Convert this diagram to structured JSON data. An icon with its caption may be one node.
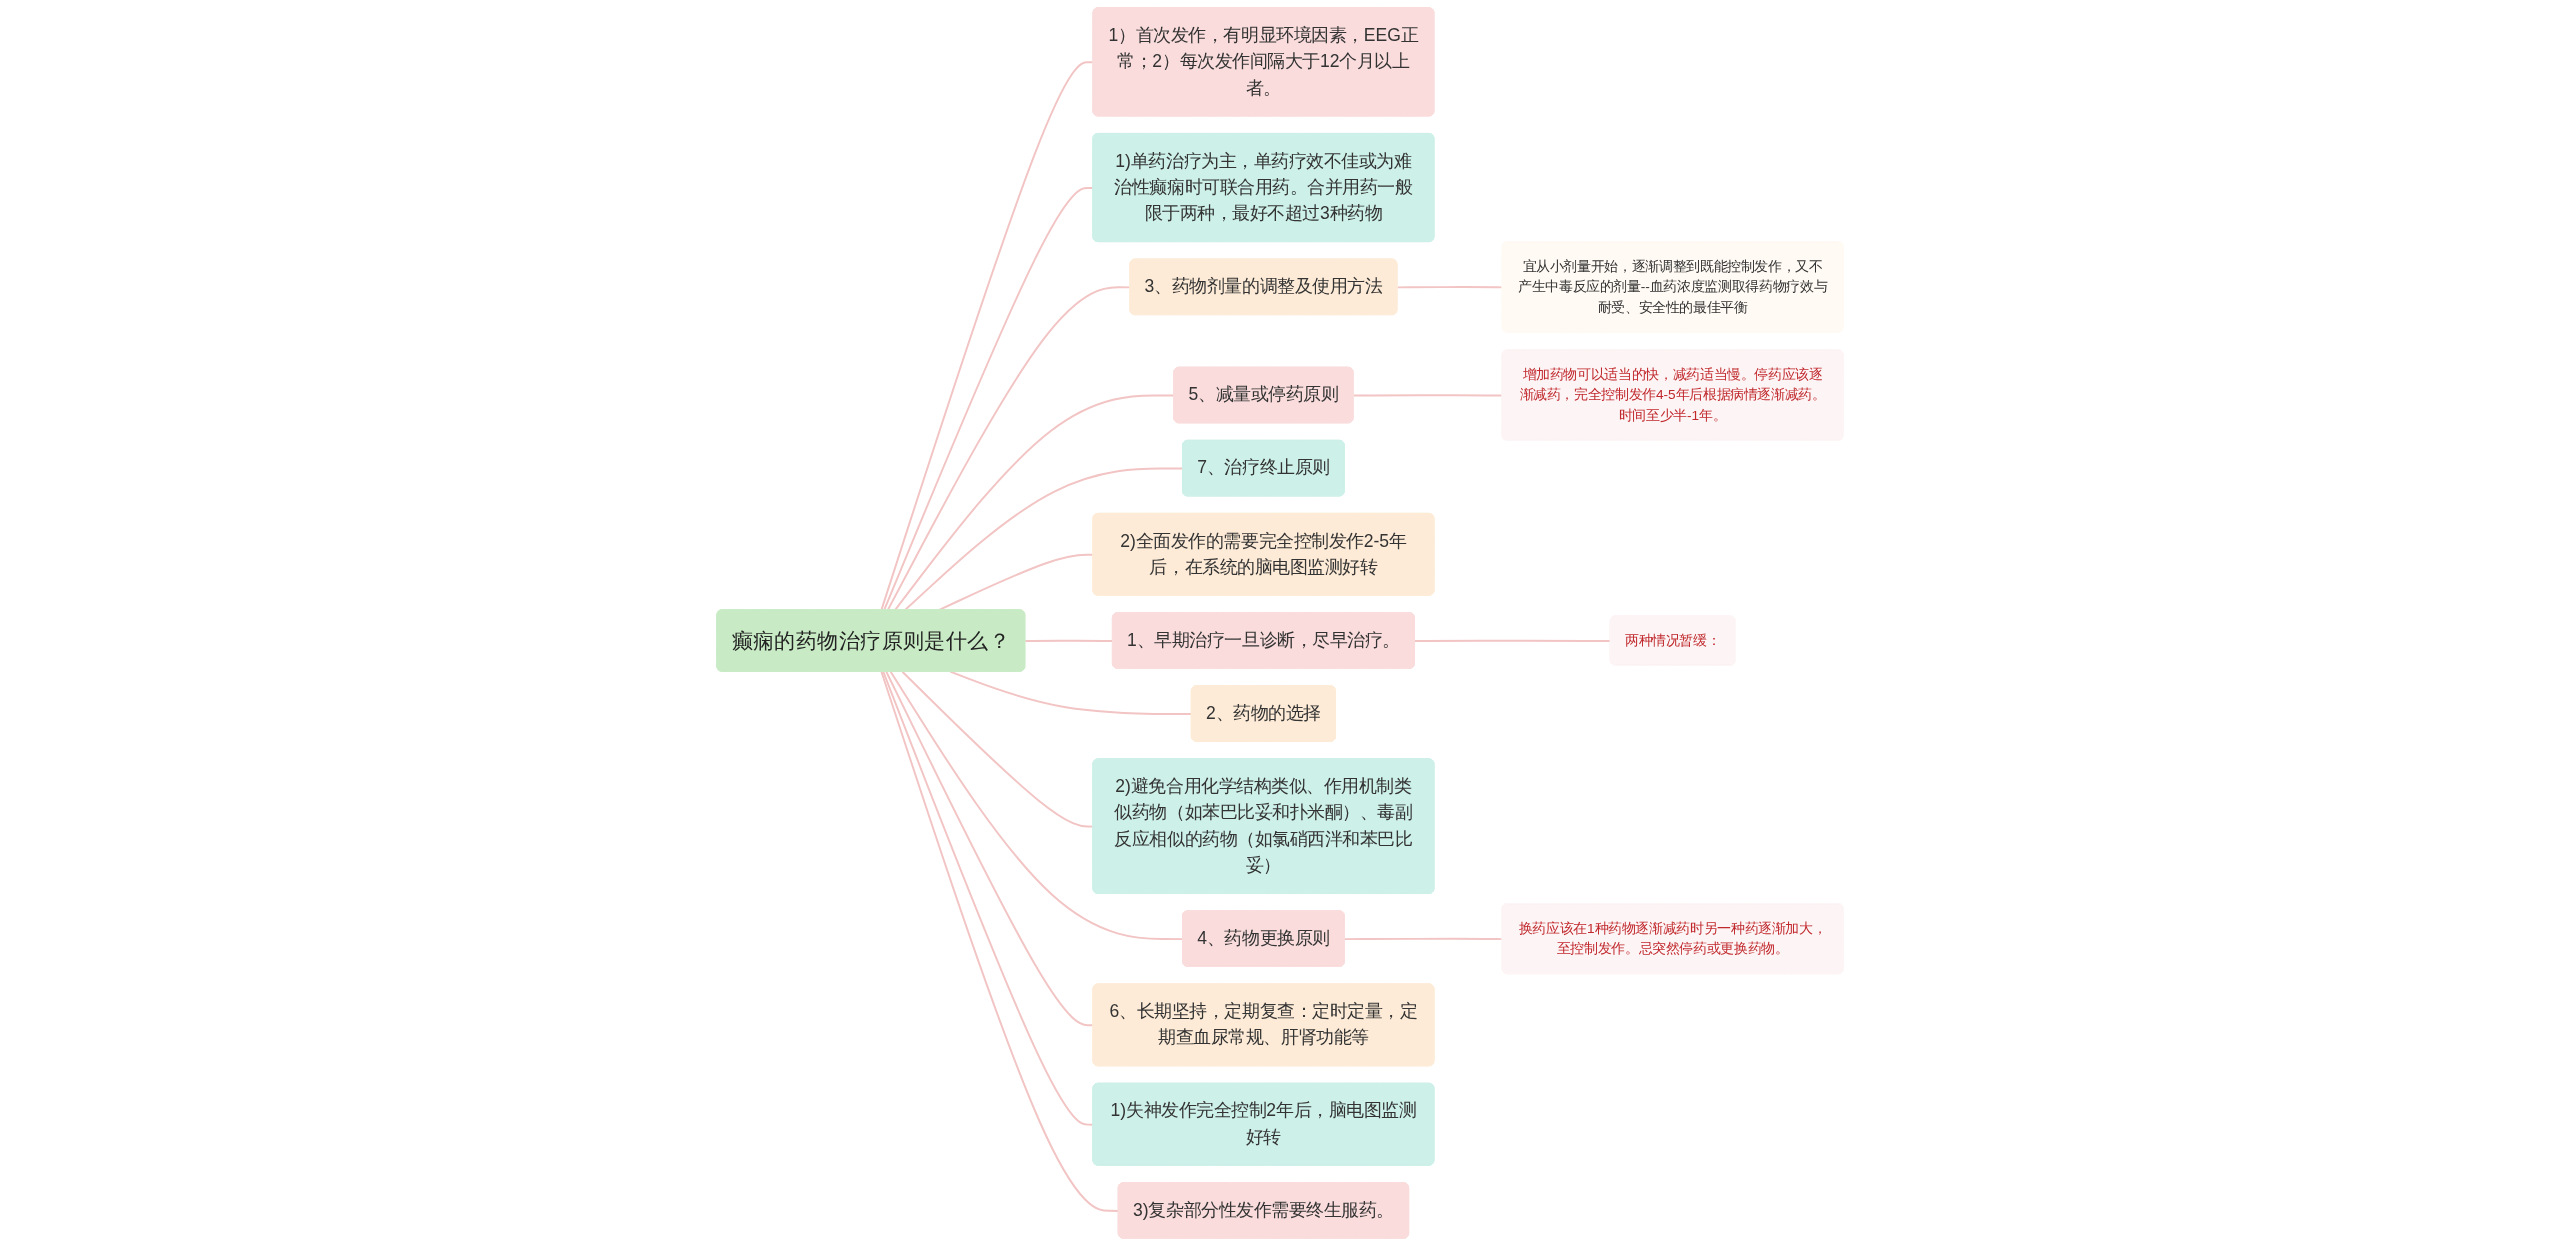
{
  "diagram": {
    "nodes": [
      {
        "text": [
          "癫痫的药物治疗原则是什么？"
        ]
      },
      {
        "text": [
          "1）首次发作，有明显环境因素，EEG正常；2）每次发作间隔大于12个月以上者。"
        ]
      },
      {
        "text": [
          "1)单药治疗为主，单药疗效不佳或为难治性癫痫时可联合用药。合并用药一般限于两种，最好不超过3种药物"
        ]
      },
      {
        "text": [
          "3、药物剂量的调整及使用方法"
        ]
      },
      {
        "text": [
          "宜从小剂量开始，逐渐调整到既能控制发作，又不产生中毒反应的剂量--血药浓度监测取得药物疗效与耐受、安全性的最佳平衡"
        ]
      },
      {
        "text": [
          "5、减量或停药原则"
        ]
      },
      {
        "text": [
          "增加药物可以适当的快，减药适当慢。停药应该逐渐减药，完全控制发作4-5年后根据病情逐渐减药。时间至少半-1年。"
        ]
      },
      {
        "text": [
          "7、治疗终止原则"
        ]
      },
      {
        "text": [
          "2)全面发作的需要完全控制发作2-5年后，在系统的脑电图监测好转"
        ]
      },
      {
        "text": [
          "1、早期治疗一旦诊断，尽早治疗。"
        ]
      },
      {
        "text": [
          "两种情况暂缓："
        ]
      },
      {
        "text": [
          "2、药物的选择"
        ]
      },
      {
        "text": [
          "2)避免合用化学结构类似、作用机制类似药物（如苯巴比妥和扑米酮）、毒副反应相似的药物（如氯硝西泮和苯巴比妥）"
        ]
      },
      {
        "text": [
          "4、药物更换原则"
        ]
      },
      {
        "text": [
          "换药应该在1种药物逐渐减药时另一种药逐渐加大，至控制发作。忌突然停药或更换药物。"
        ]
      },
      {
        "text": [
          "6、长期坚持，定期复查：定时定量，定期查血尿常规、肝肾功能等"
        ]
      },
      {
        "text": [
          "1)失神发作完全控制2年后，脑电图监测好转"
        ]
      },
      {
        "text": [
          "3)复杂部分性发作需要终生服药。"
        ]
      }
    ],
    "edges": [
      {
        "from": 0,
        "to": 1,
        "arrow": "none"
      },
      {
        "from": 0,
        "to": 2,
        "arrow": "none"
      },
      {
        "from": 0,
        "to": 3,
        "arrow": "none"
      },
      {
        "from": 3,
        "to": 4,
        "arrow": "none"
      },
      {
        "from": 0,
        "to": 5,
        "arrow": "none"
      },
      {
        "from": 5,
        "to": 6,
        "arrow": "none"
      },
      {
        "from": 0,
        "to": 7,
        "arrow": "none"
      },
      {
        "from": 0,
        "to": 8,
        "arrow": "none"
      },
      {
        "from": 0,
        "to": 9,
        "arrow": "none"
      },
      {
        "from": 9,
        "to": 10,
        "arrow": "none"
      },
      {
        "from": 0,
        "to": 11,
        "arrow": "none"
      },
      {
        "from": 0,
        "to": 12,
        "arrow": "none"
      },
      {
        "from": 0,
        "to": 13,
        "arrow": "none"
      },
      {
        "from": 13,
        "to": 14,
        "arrow": "none"
      },
      {
        "from": 0,
        "to": 15,
        "arrow": "none"
      },
      {
        "from": 0,
        "to": 16,
        "arrow": "none"
      },
      {
        "from": 0,
        "to": 17,
        "arrow": "none"
      }
    ]
  }
}
